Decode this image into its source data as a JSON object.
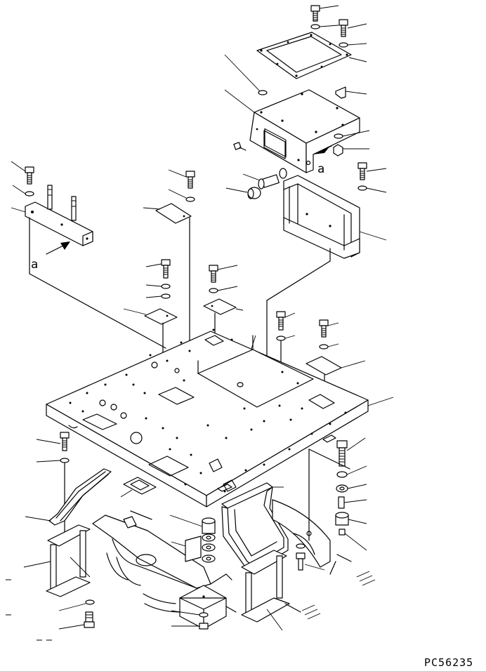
{
  "diagram": {
    "view_labels": [
      "a",
      "a"
    ],
    "drawing_code": "PC56235"
  }
}
